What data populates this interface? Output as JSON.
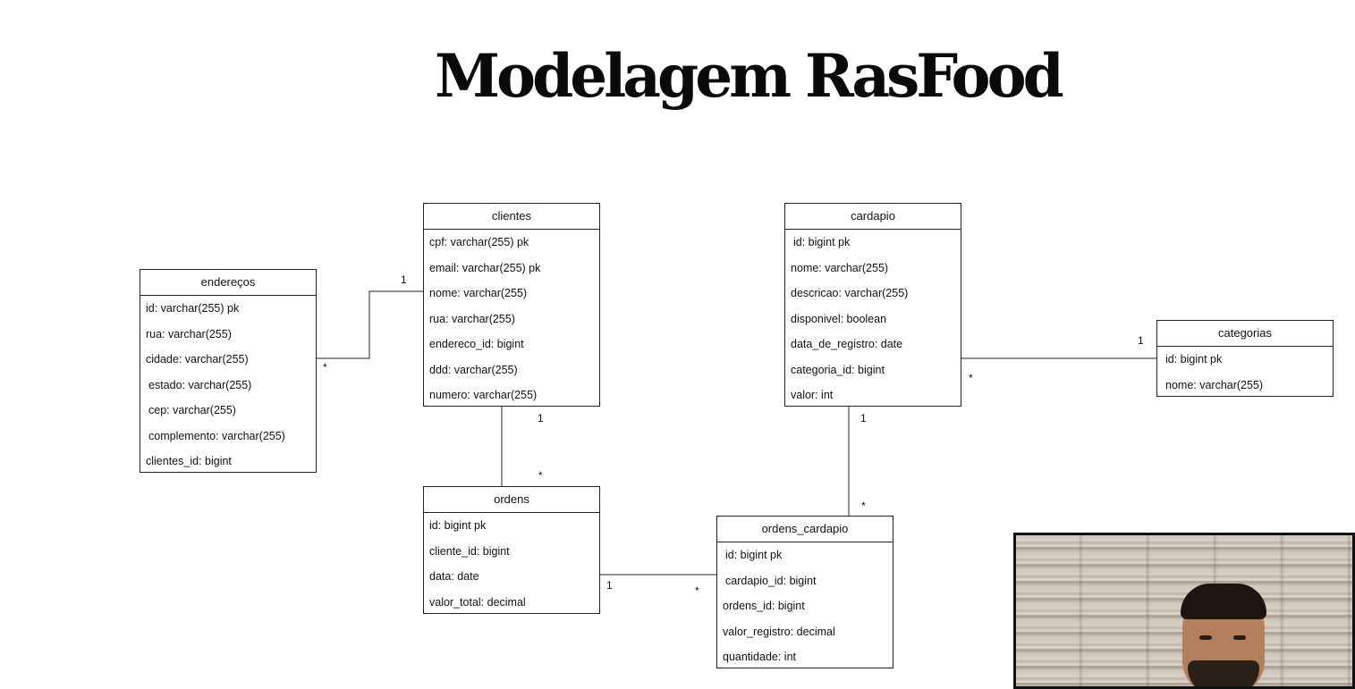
{
  "title": "Modelagem RasFood",
  "entities": {
    "enderecos": {
      "name": "endereços",
      "fields": [
        "id: varchar(255) pk",
        "rua: varchar(255)",
        "cidade: varchar(255)",
        "estado: varchar(255)",
        "cep: varchar(255)",
        "complemento: varchar(255)",
        "clientes_id: bigint"
      ]
    },
    "clientes": {
      "name": "clientes",
      "fields": [
        "cpf: varchar(255) pk",
        "email: varchar(255) pk",
        "nome: varchar(255)",
        "rua: varchar(255)",
        "endereco_id: bigint",
        "ddd: varchar(255)",
        "numero: varchar(255)"
      ]
    },
    "cardapio": {
      "name": "cardapio",
      "fields": [
        "id: bigint pk",
        "nome: varchar(255)",
        "descricao: varchar(255)",
        "disponivel: boolean",
        "data_de_registro: date",
        "categoria_id: bigint",
        "valor: int"
      ]
    },
    "categorias": {
      "name": "categorias",
      "fields": [
        "id: bigint pk",
        "nome: varchar(255)"
      ]
    },
    "ordens": {
      "name": "ordens",
      "fields": [
        "id: bigint pk",
        "cliente_id: bigint",
        "data: date",
        "valor_total: decimal"
      ]
    },
    "ordens_cardapio": {
      "name": "ordens_cardapio",
      "fields": [
        "id: bigint pk",
        "cardapio_id: bigint",
        "ordens_id: bigint",
        "valor_registro: decimal",
        "quantidade: int"
      ]
    }
  },
  "relations": [
    {
      "from": "enderecos",
      "to": "clientes",
      "from_mult": "*",
      "to_mult": "1"
    },
    {
      "from": "clientes",
      "to": "ordens",
      "from_mult": "1",
      "to_mult": "*"
    },
    {
      "from": "cardapio",
      "to": "categorias",
      "from_mult": "*",
      "to_mult": "1"
    },
    {
      "from": "cardapio",
      "to": "ordens_cardapio",
      "from_mult": "1",
      "to_mult": "*"
    },
    {
      "from": "ordens",
      "to": "ordens_cardapio",
      "from_mult": "1",
      "to_mult": "*"
    }
  ]
}
